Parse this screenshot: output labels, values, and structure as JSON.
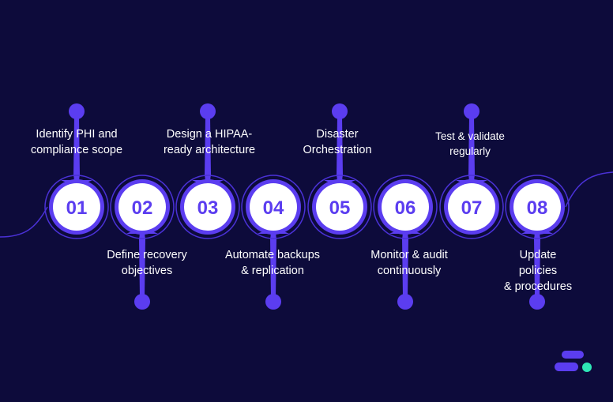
{
  "colors": {
    "background": "#0d0b3b",
    "accent": "#5b3df0",
    "ring": "#4a31d6",
    "circle_fill": "#ffffff",
    "logo_dot": "#2ee6b6"
  },
  "steps": [
    {
      "number": "01",
      "label": "Identify PHI and\ncompliance scope",
      "position": "top"
    },
    {
      "number": "02",
      "label": "Define recovery\nobjectives",
      "position": "bottom"
    },
    {
      "number": "03",
      "label": "Design a HIPAA-\nready architecture",
      "position": "top"
    },
    {
      "number": "04",
      "label": "Automate backups\n& replication",
      "position": "bottom"
    },
    {
      "number": "05",
      "label": "Disaster\nOrchestration",
      "position": "top"
    },
    {
      "number": "06",
      "label": "Monitor & audit\ncontinuously",
      "position": "bottom"
    },
    {
      "number": "07",
      "label": "Test & validate\nregularly",
      "position": "top"
    },
    {
      "number": "08",
      "label": "Update policies\n& procedures",
      "position": "bottom"
    }
  ],
  "logo": {
    "icon": "brand-logo-icon"
  }
}
